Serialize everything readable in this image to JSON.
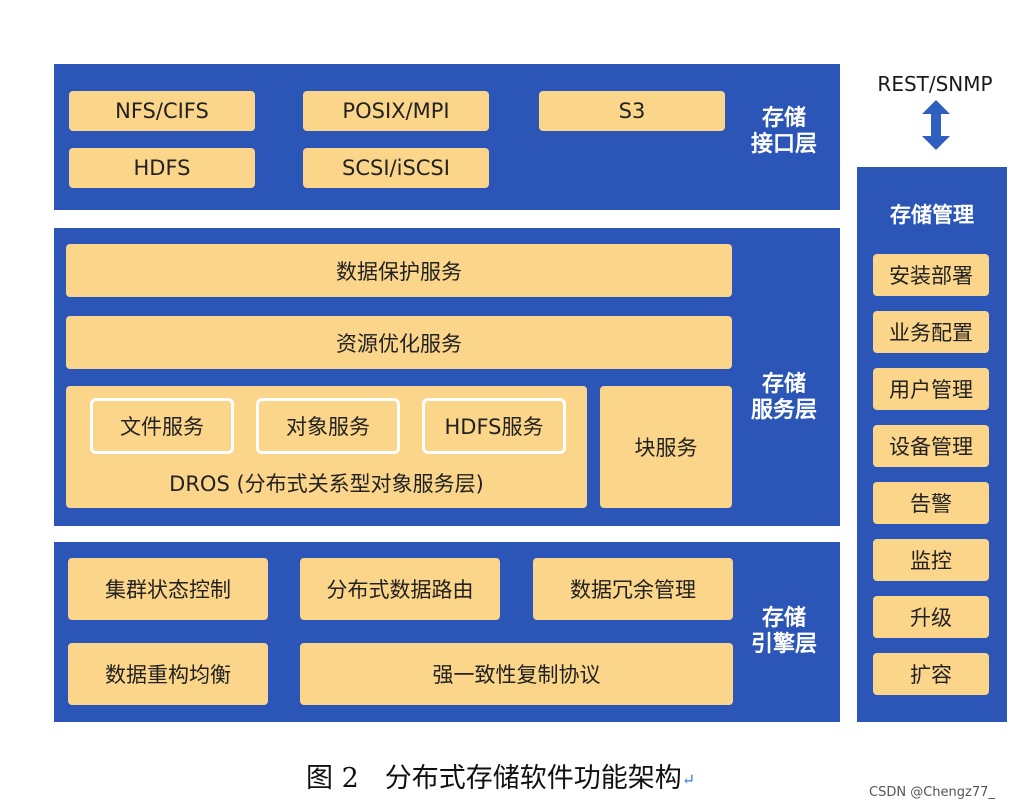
{
  "interface_layer": {
    "label_line1": "存储",
    "label_line2": "接口层",
    "items": [
      "NFS/CIFS",
      "POSIX/MPI",
      "S3",
      "HDFS",
      "SCSI/iSCSI"
    ]
  },
  "service_layer": {
    "label_line1": "存储",
    "label_line2": "服务层",
    "data_protection": "数据保护服务",
    "resource_optimization": "资源优化服务",
    "dros": {
      "items": [
        "文件服务",
        "对象服务",
        "HDFS服务"
      ],
      "caption": "DROS (分布式关系型对象服务层)"
    },
    "block_service": "块服务"
  },
  "engine_layer": {
    "label_line1": "存储",
    "label_line2": "引擎层",
    "items": [
      "集群状态控制",
      "分布式数据路由",
      "数据冗余管理",
      "数据重构均衡",
      "强一致性复制协议"
    ]
  },
  "management": {
    "protocol": "REST/SNMP",
    "title": "存储管理",
    "items": [
      "安装部署",
      "业务配置",
      "用户管理",
      "设备管理",
      "告警",
      "监控",
      "升级",
      "扩容"
    ]
  },
  "caption": {
    "figure_no": "图 2",
    "title": "分布式存储软件功能架构",
    "return_mark": "↵"
  },
  "watermark": "CSDN @Chengz77_",
  "colors": {
    "panel_blue": "#2b56b8",
    "box_yellow": "#fbd58a",
    "arrow_blue": "#2f5fc0"
  }
}
